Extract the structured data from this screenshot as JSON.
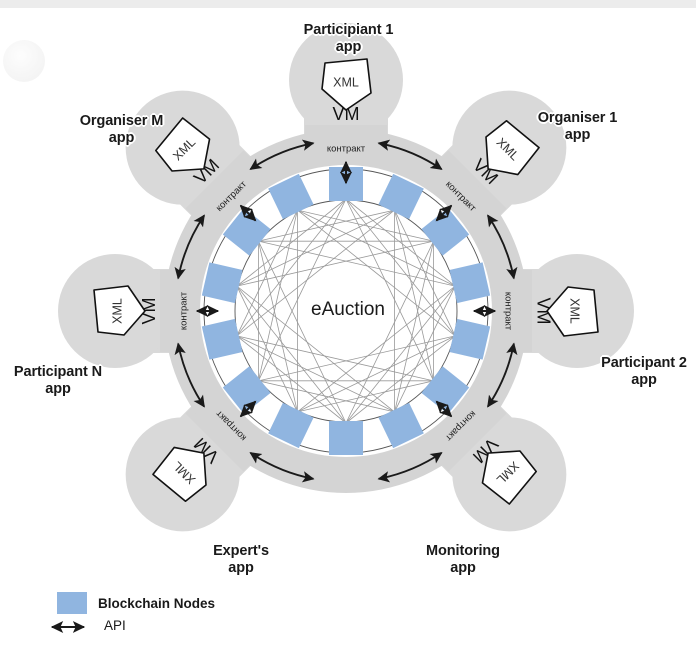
{
  "diagram": {
    "title_center": "eAuction",
    "background_color": "#ffffff",
    "node_color": "#90b5e0",
    "ring_color": "#d4d4d4",
    "pod_color": "#d9d9d9",
    "blockchain_node_count": 14,
    "pods": [
      {
        "id": "participiant-1",
        "name": "Participiant 1\napp",
        "angle_deg": 270,
        "vm": "VM",
        "contract": "контракт",
        "xml": "XML"
      },
      {
        "id": "organiser-1",
        "name": "Organiser 1\napp",
        "angle_deg": 315,
        "vm": "VM",
        "contract": "контракт",
        "xml": "XML"
      },
      {
        "id": "participant-2",
        "name": "Participant 2\napp",
        "angle_deg": 0,
        "vm": "VM",
        "contract": "контракт",
        "xml": "XML"
      },
      {
        "id": "monitoring",
        "name": "Monitoring\napp",
        "angle_deg": 45,
        "vm": "VM",
        "contract": "контракт",
        "xml": "XML"
      },
      {
        "id": "experts",
        "name": "Expert's\napp",
        "angle_deg": 135,
        "vm": "VM",
        "contract": "контракт",
        "xml": "XML"
      },
      {
        "id": "participant-n",
        "name": "Participant N\napp",
        "angle_deg": 180,
        "vm": "VM",
        "contract": "контракт",
        "xml": "XML"
      },
      {
        "id": "organiser-m",
        "name": "Organiser M\napp",
        "angle_deg": 225,
        "vm": "VM",
        "contract": "контракт",
        "xml": "XML"
      }
    ],
    "pod_labels": {
      "participiant_1": "Participiant 1\napp",
      "organiser_1": "Organiser 1\napp",
      "participant_2": "Participant 2\napp",
      "monitoring": "Monitoring\napp",
      "experts": "Expert's\napp",
      "participant_n": "Participant N\napp",
      "organiser_m": "Organiser M\napp"
    },
    "inner_labels": {
      "vm": "VM",
      "contract": "контракт",
      "xml": "XML"
    }
  },
  "legend": {
    "nodes_label": "Blockchain Nodes",
    "api_label": "API",
    "swatch_color": "#90b5e0"
  }
}
